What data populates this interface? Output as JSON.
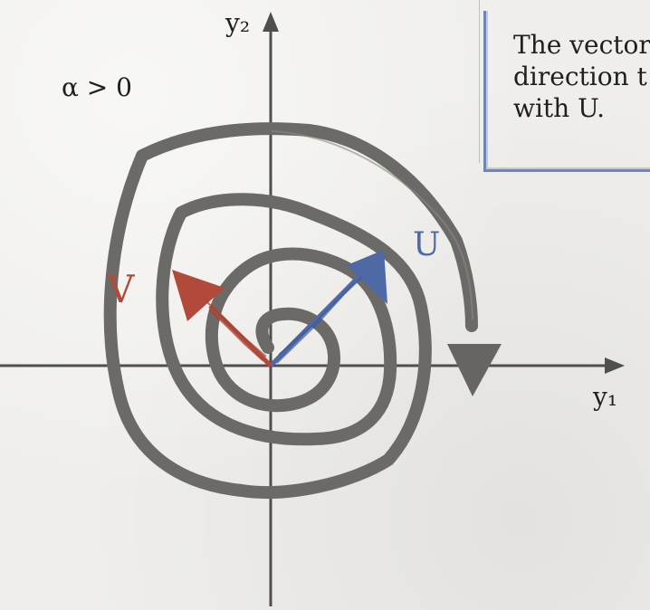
{
  "condition_label": "α > 0",
  "axes": {
    "x_label": "y₁",
    "y_label": "y₂"
  },
  "vectors": {
    "u_label": "U",
    "v_label": "V"
  },
  "note": {
    "lines": [
      "The vector",
      "direction t",
      "with U."
    ]
  },
  "colors": {
    "spiral": "#6b6a66",
    "axis": "#4f4f4f",
    "u_vector": "#4f68a6",
    "v_vector": "#b24a3b",
    "note_border": "#6f86b5"
  }
}
